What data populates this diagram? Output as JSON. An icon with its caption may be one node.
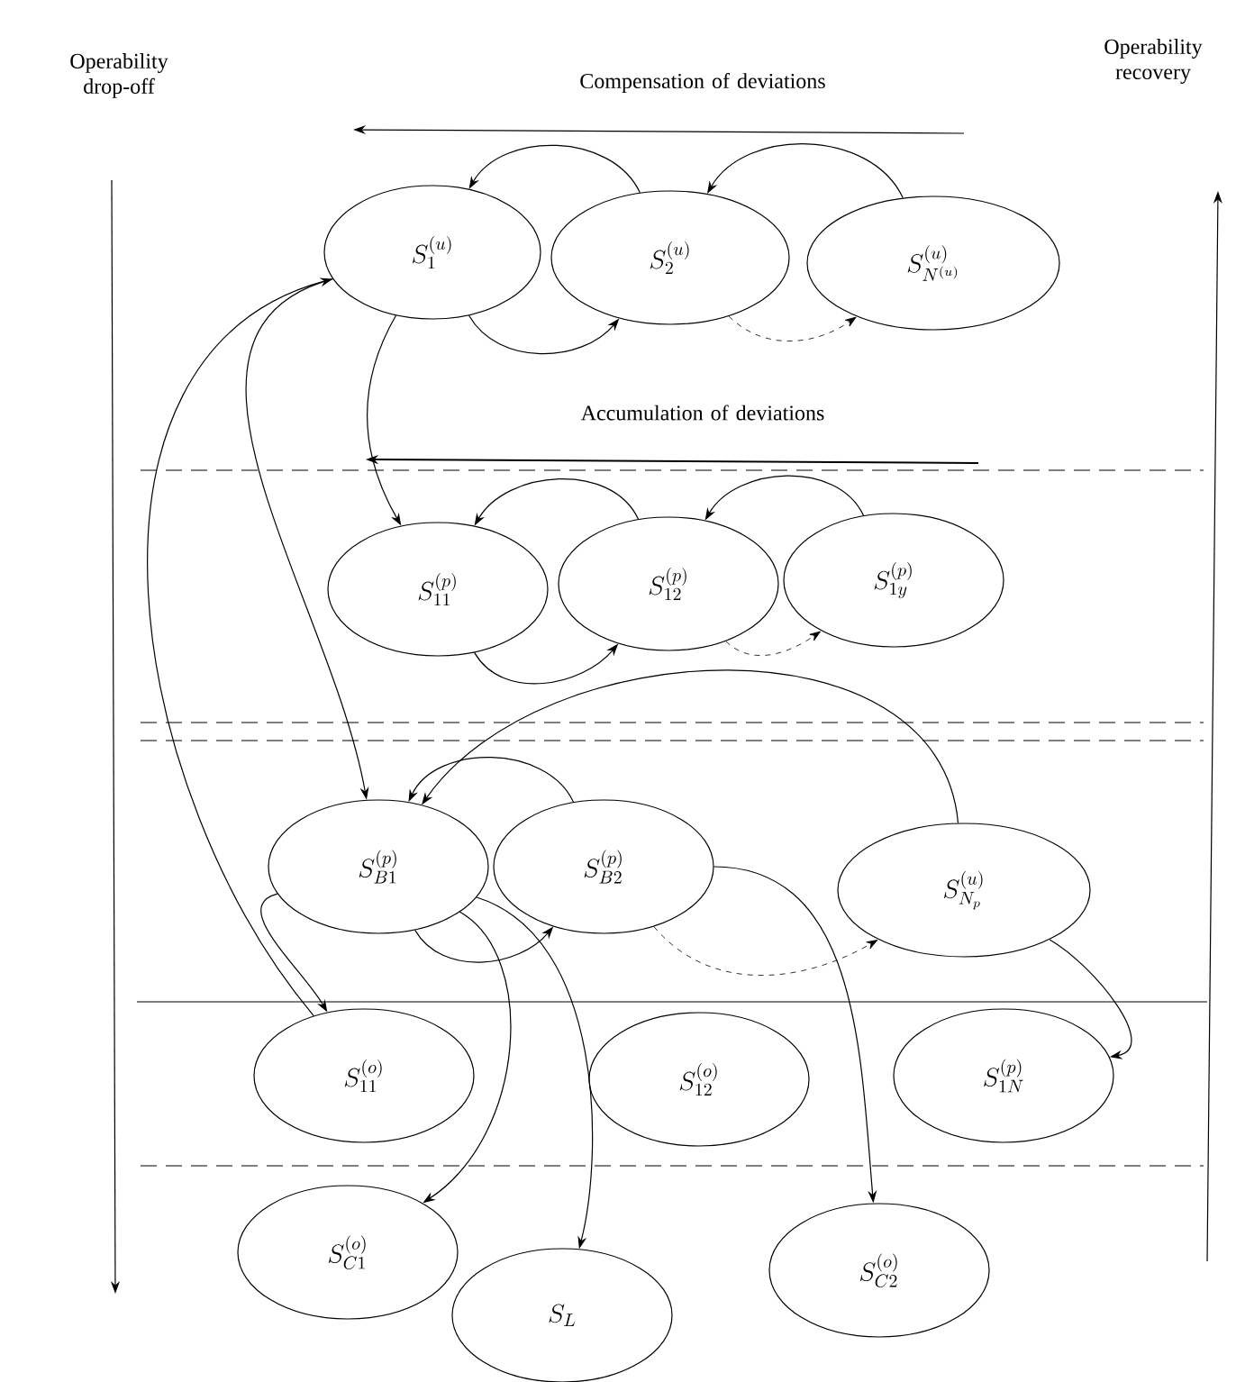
{
  "diagram": {
    "nodes": [
      {
        "text": [
          "S_1^{(u)}"
        ]
      },
      {
        "text": [
          "S_2^{(u)}"
        ]
      },
      {
        "text": [
          "S_{N^{(u)}}^{(u)}"
        ]
      },
      {
        "text": [
          "S_{11}^{(p)}"
        ]
      },
      {
        "text": [
          "S_{12}^{(p)}"
        ]
      },
      {
        "text": [
          "S_{1y}^{(p)}"
        ]
      },
      {
        "text": [
          "S_{B1}^{(p)}"
        ]
      },
      {
        "text": [
          "S_{B2}^{(p)}"
        ]
      },
      {
        "text": [
          "S_{N_p}^{(u)}"
        ]
      },
      {
        "text": [
          "S_{11}^{(o)}"
        ]
      },
      {
        "text": [
          "S_{12}^{(o)}"
        ]
      },
      {
        "text": [
          "S_{1N}^{(p)}"
        ]
      },
      {
        "text": [
          "S_{C1}^{(o)}"
        ]
      },
      {
        "text": [
          "S_L"
        ]
      },
      {
        "text": [
          "S_{C2}^{(o)}"
        ]
      }
    ],
    "edges": [
      {
        "from": 1,
        "to": 0,
        "arrow": "to"
      },
      {
        "from": 2,
        "to": 1,
        "arrow": "to"
      },
      {
        "from": 0,
        "to": 1,
        "arrow": "to"
      },
      {
        "from": 1,
        "to": 2,
        "arrow": "to",
        "style": "dashed"
      },
      {
        "from": 4,
        "to": 3,
        "arrow": "to"
      },
      {
        "from": 5,
        "to": 4,
        "arrow": "to"
      },
      {
        "from": 3,
        "to": 4,
        "arrow": "to"
      },
      {
        "from": 4,
        "to": 5,
        "arrow": "to",
        "style": "dashed"
      },
      {
        "from": 0,
        "to": 3,
        "arrow": "to"
      },
      {
        "from": 0,
        "to": 6,
        "arrow": "to"
      },
      {
        "from": 9,
        "to": 0,
        "arrow": "to"
      },
      {
        "from": 7,
        "to": 6,
        "arrow": "to"
      },
      {
        "from": 8,
        "to": 6,
        "arrow": "to"
      },
      {
        "from": 6,
        "to": 7,
        "arrow": "to"
      },
      {
        "from": 7,
        "to": 8,
        "arrow": "to",
        "style": "dashed"
      },
      {
        "from": 6,
        "to": 9,
        "arrow": "to"
      },
      {
        "from": 6,
        "to": 12,
        "arrow": "to"
      },
      {
        "from": 6,
        "to": 13,
        "arrow": "to"
      },
      {
        "from": 7,
        "to": 14,
        "arrow": "to"
      },
      {
        "from": 8,
        "to": 11,
        "arrow": "to"
      }
    ],
    "labels": [
      "Operability drop-off",
      "Operability recovery",
      "Compensation of deviations",
      "Accumulation of deviations"
    ]
  }
}
